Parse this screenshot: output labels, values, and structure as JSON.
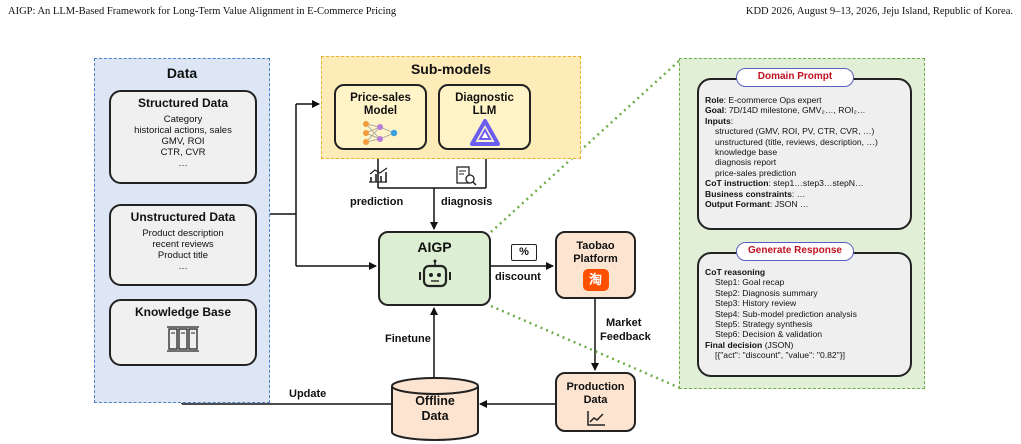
{
  "header": {
    "left": "AIGP: An LLM-Based Framework for Long-Term Value Alignment in E-Commerce Pricing",
    "right": "KDD 2026, August 9–13, 2026, Jeju Island, Republic of Korea."
  },
  "data_panel": {
    "title": "Data",
    "structured": {
      "title": "Structured Data",
      "lines": [
        "Category",
        "historical actions, sales",
        "GMV, ROI",
        "CTR, CVR",
        "…"
      ]
    },
    "unstructured": {
      "title": "Unstructured Data",
      "lines": [
        "Product description",
        "recent reviews",
        "Product title",
        "…"
      ]
    },
    "knowledge": {
      "title": "Knowledge Base"
    }
  },
  "submodels": {
    "title": "Sub-models",
    "price_sales": {
      "line1": "Price-sales",
      "line2": "Model"
    },
    "diagnostic": {
      "line1": "Diagnostic",
      "line2": "LLM"
    }
  },
  "flow": {
    "prediction": "prediction",
    "diagnosis": "diagnosis",
    "aigp": "AIGP",
    "discount": "discount",
    "discount_icon": "%",
    "taobao_line1": "Taobao",
    "taobao_line2": "Platform",
    "market_line1": "Market",
    "market_line2": "Feedback",
    "production_line1": "Production",
    "production_line2": "Data",
    "finetune": "Finetune",
    "offline_line1": "Offline",
    "offline_line2": "Data",
    "update": "Update"
  },
  "domain_prompt": {
    "title": "Domain Prompt",
    "lines": [
      {
        "b": "Role",
        "t": ": E-commerce Ops expert"
      },
      {
        "b": "Goal",
        "t": ": 7D/14D milestone, GMV₂…, ROI₂…"
      },
      {
        "b": "Inputs",
        "t": ":"
      },
      {
        "b": "",
        "t": "structured (GMV, ROI, PV, CTR, CVR, …)",
        "indent": true
      },
      {
        "b": "",
        "t": "unstructured (title, reviews, description, …)",
        "indent": true
      },
      {
        "b": "",
        "t": "knowledge base",
        "indent": true
      },
      {
        "b": "",
        "t": "diagnosis report",
        "indent": true
      },
      {
        "b": "",
        "t": "price-sales prediction",
        "indent": true
      },
      {
        "b": "CoT instruction",
        "t": ": step1…step3…stepN…"
      },
      {
        "b": "Business constraints",
        "t": ": …"
      },
      {
        "b": "Output Formant",
        "t": ": JSON …"
      }
    ]
  },
  "generate_response": {
    "title": "Generate Response",
    "lines": [
      {
        "b": "CoT reasoning",
        "t": ""
      },
      {
        "b": "",
        "t": "Step1: Goal recap",
        "indent": true
      },
      {
        "b": "",
        "t": "Step2: Diagnosis summary",
        "indent": true
      },
      {
        "b": "",
        "t": "Step3: History review",
        "indent": true
      },
      {
        "b": "",
        "t": "Step4: Sub-model prediction analysis",
        "indent": true
      },
      {
        "b": "",
        "t": "Step5: Strategy synthesis",
        "indent": true
      },
      {
        "b": "",
        "t": "Step6: Decision & validation",
        "indent": true
      },
      {
        "b": "Final decision",
        "t": " (JSON)"
      },
      {
        "b": "",
        "t": "[{\"act\": \"discount\", \"value\": \"0.82\"}]",
        "indent": true
      }
    ]
  },
  "colors": {
    "data_panel": "#dce6f4",
    "submodel_panel": "#fdebb8",
    "aigp_node": "#dcefd2",
    "platform_node": "#fde4d0",
    "prompt_title": "#c0111f",
    "taobao_logo": "#ff5000"
  }
}
